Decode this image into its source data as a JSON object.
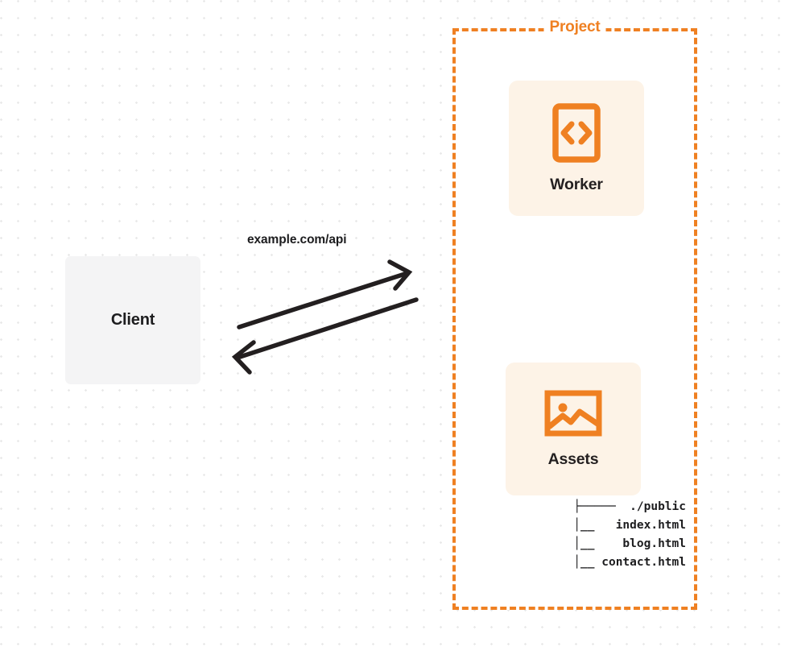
{
  "diagram": {
    "title_shown": false,
    "background": {
      "style": "dot-grid",
      "dot_color": "#e9e9e9",
      "page_color": "#ffffff"
    },
    "colors": {
      "accent_orange": "#ef8022",
      "card_cream": "#fdf3e7",
      "client_gray": "#f4f4f5",
      "text_dark": "#1d1d1f",
      "arrow_black": "#231f20"
    }
  },
  "client": {
    "label": "Client",
    "icon": "none"
  },
  "connection": {
    "label": "example.com/api",
    "request_arrow": {
      "direction": "right",
      "icon": "arrow-right-icon"
    },
    "response_arrow": {
      "direction": "left",
      "icon": "arrow-left-icon"
    }
  },
  "project": {
    "label": "Project",
    "border_style": "dashed",
    "nodes": [
      {
        "id": "worker",
        "label": "Worker",
        "icon": "code-brackets-icon"
      },
      {
        "id": "assets",
        "label": "Assets",
        "icon": "image-icon"
      }
    ],
    "file_tree": {
      "rows": [
        {
          "prefix": "├─────",
          "name": "./public"
        },
        {
          "prefix": "    │__",
          "name": "index.html"
        },
        {
          "prefix": "    │__",
          "name": "blog.html"
        },
        {
          "prefix": "    │__",
          "name": "contact.html"
        }
      ],
      "lines": [
        "├─────  ./public",
        "    │__   index.html",
        "    │__    blog.html",
        "    │__ contact.html"
      ]
    }
  }
}
